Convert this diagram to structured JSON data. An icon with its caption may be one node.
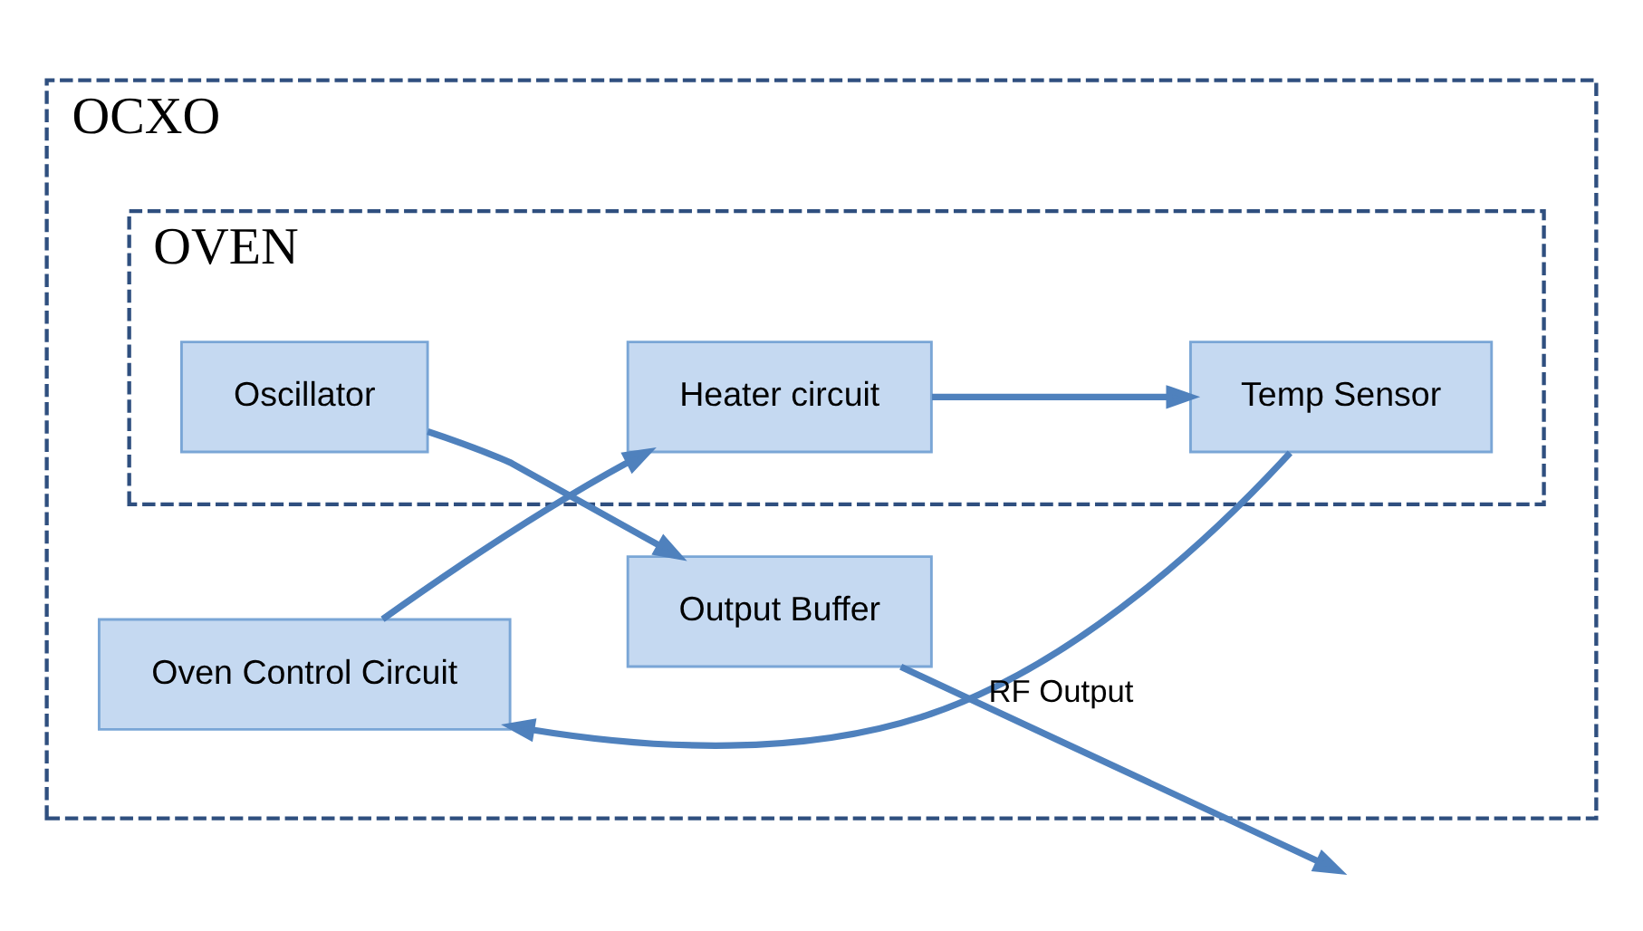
{
  "diagram": {
    "nodes": [
      {
        "text": [
          "OCXO"
        ]
      },
      {
        "text": [
          "Oven Control Circuit"
        ],
        "in": 0
      },
      {
        "text": [
          "OVEN"
        ],
        "in": 0
      },
      {
        "text": [
          "Heater circuit"
        ],
        "in": 2
      },
      {
        "text": [
          "Oscillator"
        ],
        "in": 2
      },
      {
        "text": [
          "Temp Sensor"
        ],
        "in": 2
      },
      {
        "text": [
          "Output Buffer"
        ],
        "in": 0
      }
    ],
    "edges": [
      {
        "from": 1,
        "to": 3,
        "arrow": "to"
      },
      {
        "from": 3,
        "to": 5,
        "arrow": "to"
      },
      {
        "from": 5,
        "to": 1,
        "arrow": "to"
      },
      {
        "from": 4,
        "to": 6,
        "arrow": "to"
      },
      {
        "from": 6,
        "to": null,
        "label": "RF Output",
        "arrow": "to"
      }
    ]
  }
}
